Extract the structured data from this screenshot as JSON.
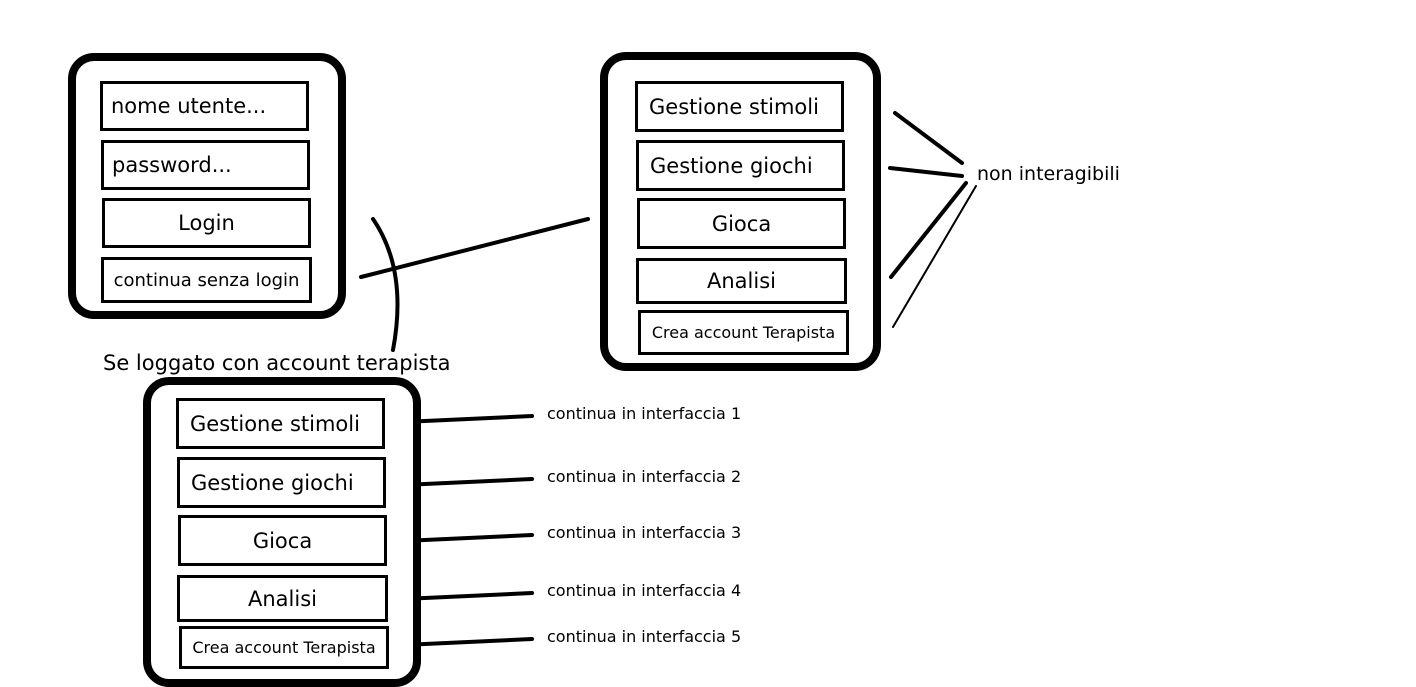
{
  "login_screen": {
    "username_placeholder": "nome utente...",
    "password_placeholder": "password...",
    "login_label": "Login",
    "guest_label": "continua senza login"
  },
  "guest_menu": {
    "items": [
      "Gestione stimoli",
      "Gestione giochi",
      "Gioca",
      "Analisi",
      "Crea account Terapista"
    ],
    "annotation": "non interagibili"
  },
  "therapist_caption": "Se loggato con account terapista",
  "therapist_menu": {
    "items": [
      "Gestione stimoli",
      "Gestione giochi",
      "Gioca",
      "Analisi",
      "Crea account Terapista"
    ],
    "notes": [
      {
        "text": "continua in interfaccia",
        "num": "1"
      },
      {
        "text": "continua in interfaccia",
        "num": "2"
      },
      {
        "text": "continua in interfaccia",
        "num": "3"
      },
      {
        "text": "continua in interfaccia",
        "num": "4"
      },
      {
        "text": "continua in interfaccia",
        "num": "5"
      }
    ]
  }
}
